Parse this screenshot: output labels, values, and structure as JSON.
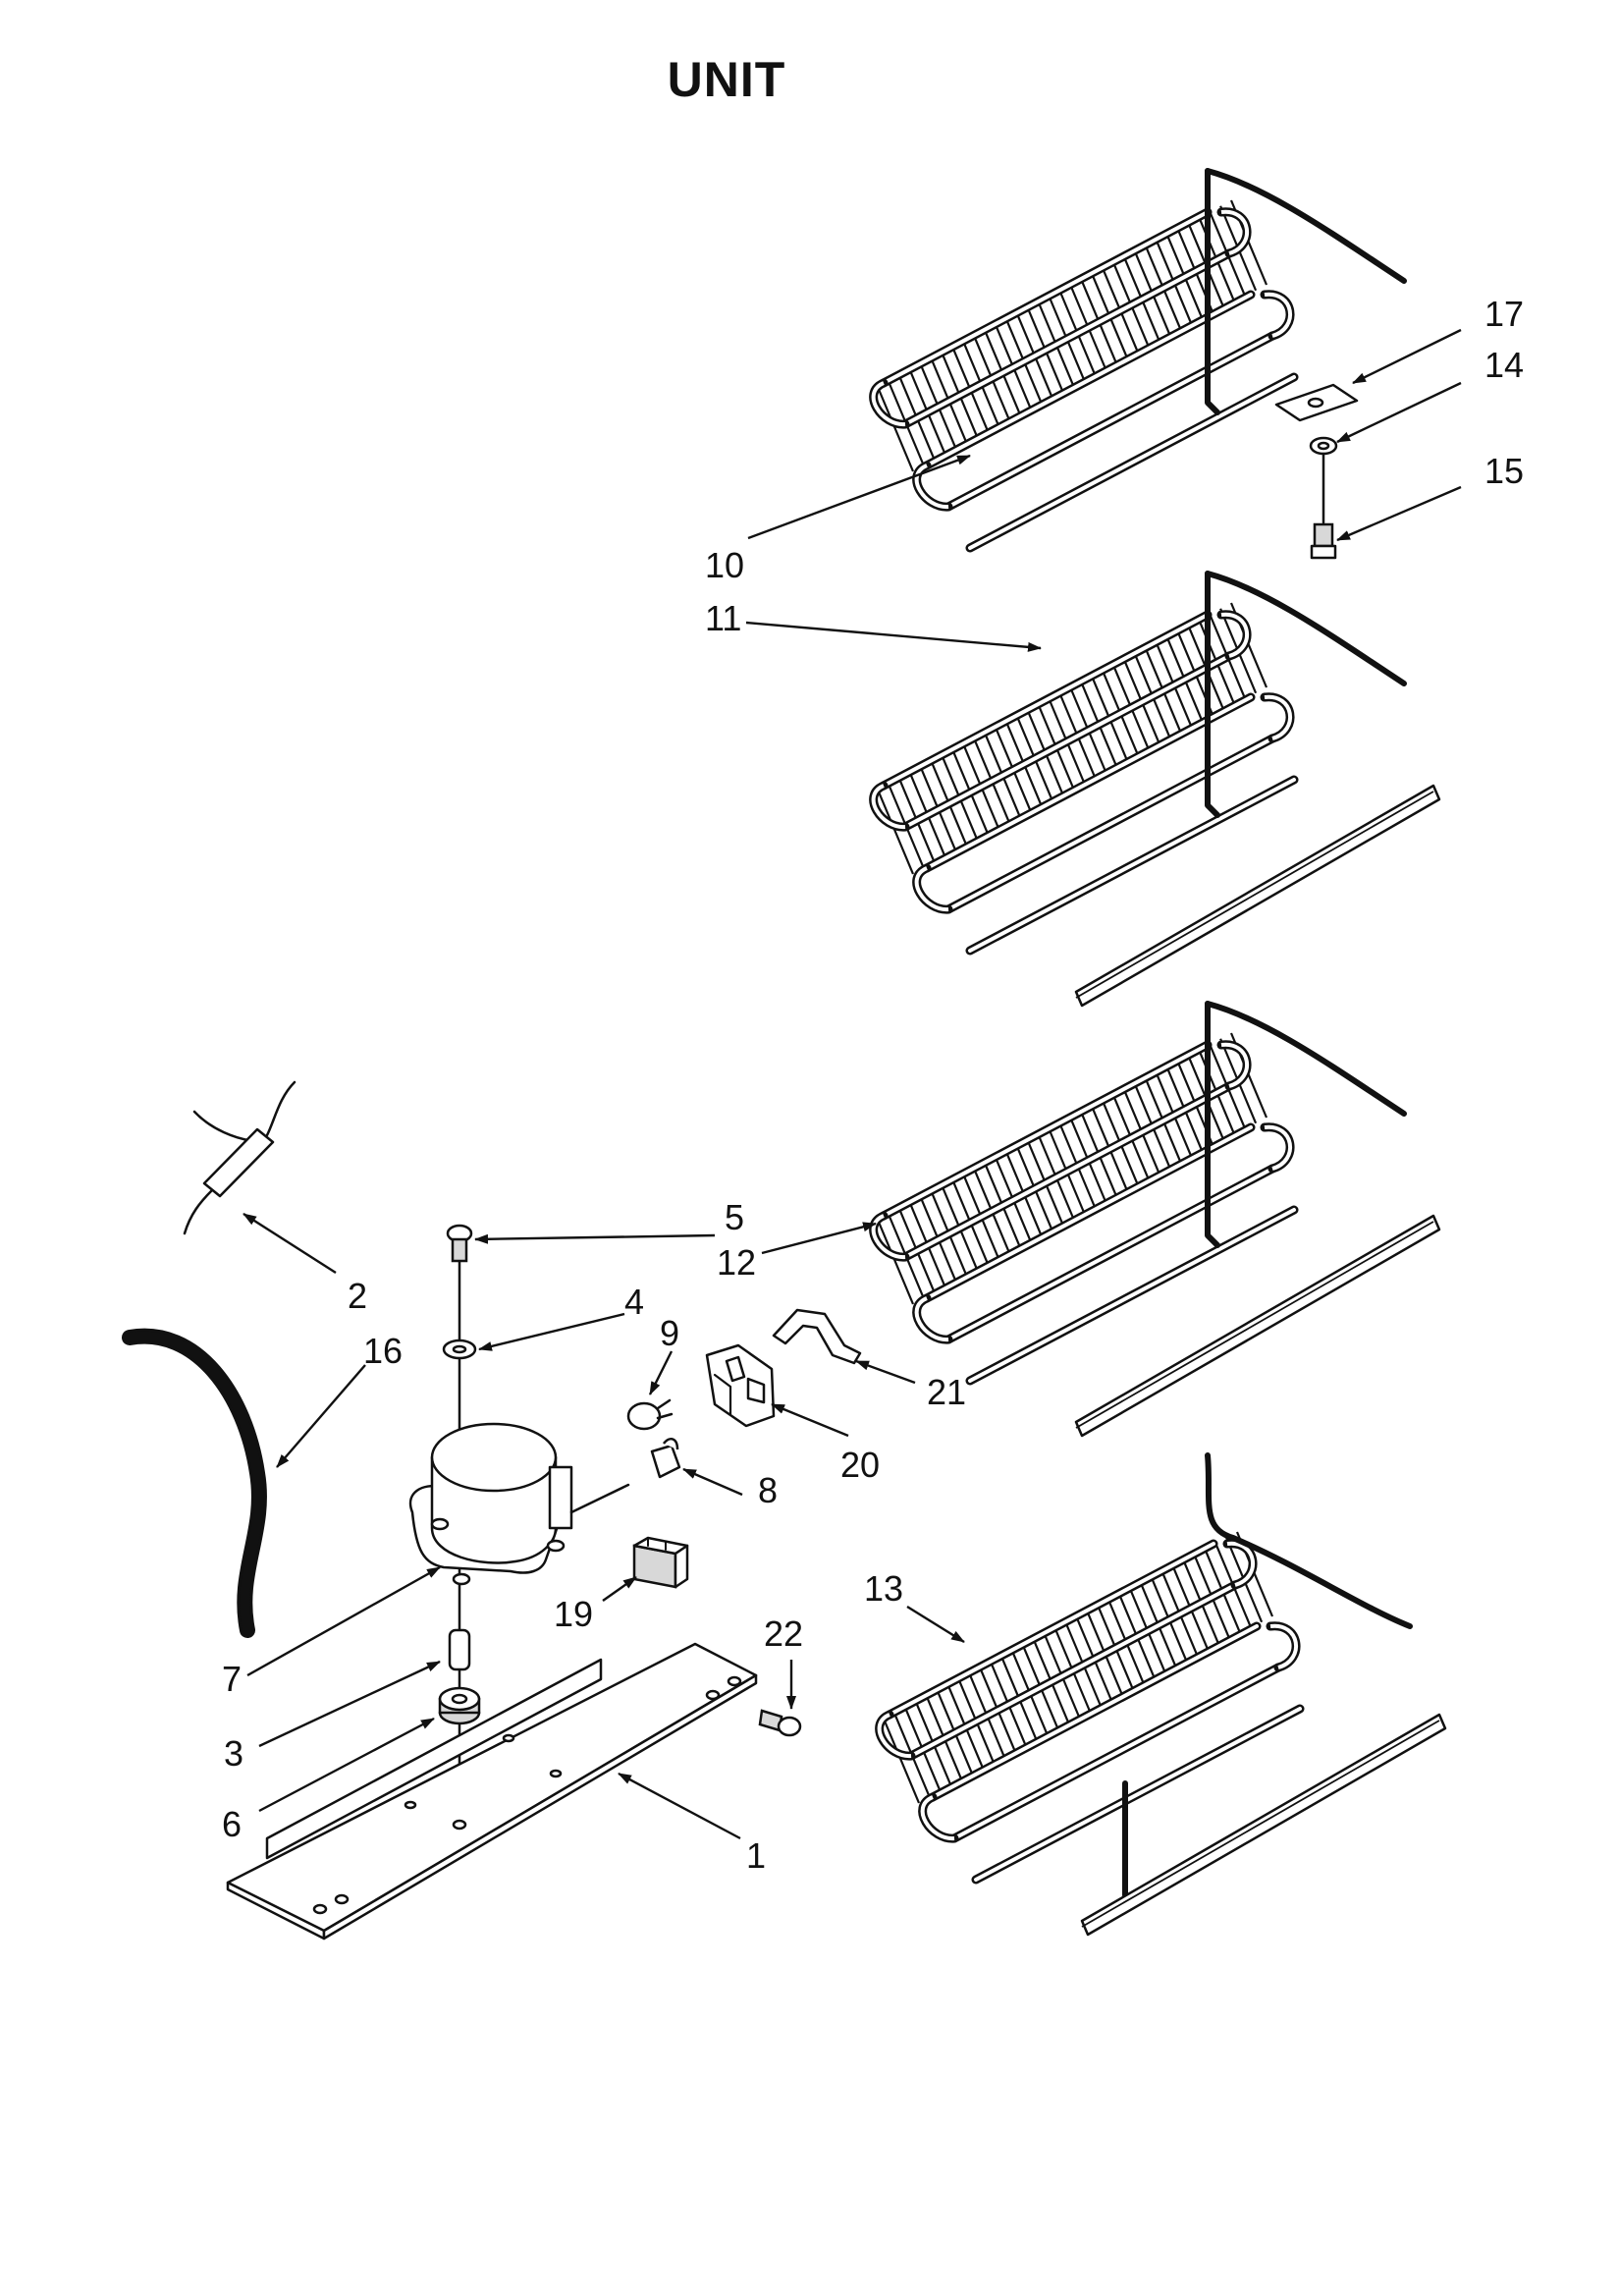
{
  "title": "UNIT",
  "callouts": [
    {
      "id": "c17",
      "text": "17"
    },
    {
      "id": "c14",
      "text": "14"
    },
    {
      "id": "c15",
      "text": "15"
    },
    {
      "id": "c10",
      "text": "10"
    },
    {
      "id": "c11",
      "text": "11"
    },
    {
      "id": "c5",
      "text": "5"
    },
    {
      "id": "c12",
      "text": "12"
    },
    {
      "id": "c2",
      "text": "2"
    },
    {
      "id": "c4",
      "text": "4"
    },
    {
      "id": "c9",
      "text": "9"
    },
    {
      "id": "c16",
      "text": "16"
    },
    {
      "id": "c21",
      "text": "21"
    },
    {
      "id": "c20",
      "text": "20"
    },
    {
      "id": "c8",
      "text": "8"
    },
    {
      "id": "c13",
      "text": "13"
    },
    {
      "id": "c19",
      "text": "19"
    },
    {
      "id": "c22",
      "text": "22"
    },
    {
      "id": "c7",
      "text": "7"
    },
    {
      "id": "c3",
      "text": "3"
    },
    {
      "id": "c6",
      "text": "6"
    },
    {
      "id": "c1",
      "text": "1"
    }
  ],
  "colors": {
    "ink": "#111111",
    "paper": "#ffffff"
  }
}
